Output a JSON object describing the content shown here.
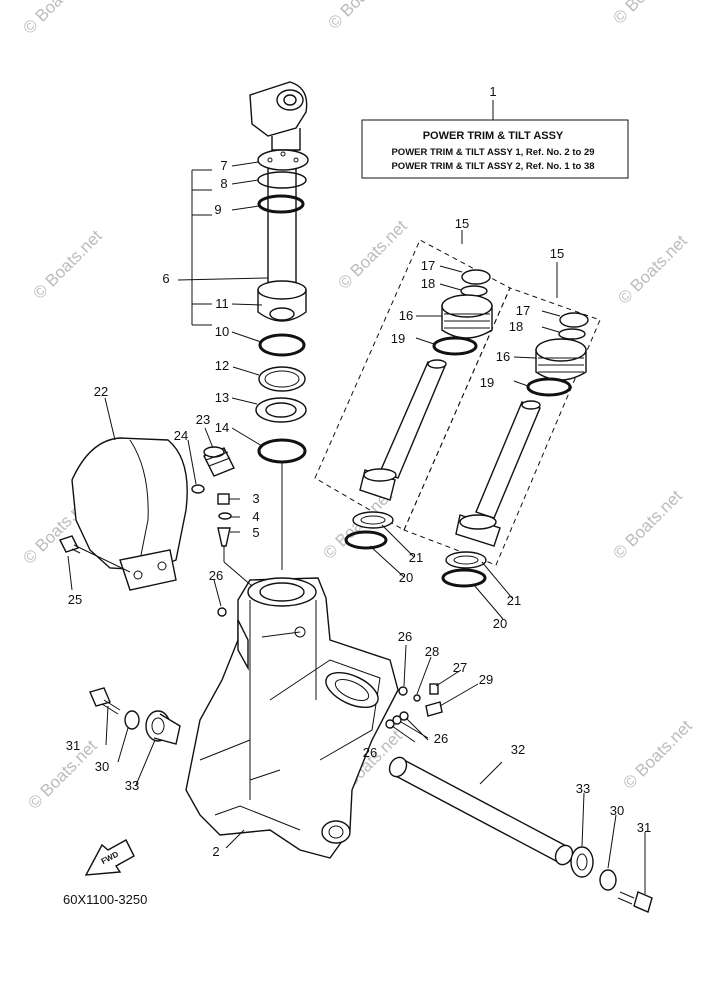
{
  "title_box": {
    "ref": "1",
    "heading": "POWER TRIM  &  TILT ASSY",
    "line1": "POWER TRIM & TILT ASSY 1,  Ref. No. 2 to 29",
    "line2": "POWER TRIM & TILT ASSY 2,  Ref. No. 1 to 38"
  },
  "part_labels": [
    "2",
    "3",
    "4",
    "5",
    "6",
    "7",
    "8",
    "9",
    "10",
    "11",
    "12",
    "13",
    "14",
    "15",
    "15",
    "16",
    "16",
    "17",
    "17",
    "18",
    "18",
    "19",
    "19",
    "20",
    "20",
    "21",
    "21",
    "22",
    "23",
    "24",
    "25",
    "26",
    "26",
    "26",
    "26",
    "27",
    "28",
    "29",
    "30",
    "30",
    "31",
    "31",
    "32",
    "33",
    "33"
  ],
  "watermark_text": "© Boats.net",
  "fwd_label": "FWD",
  "diagram_code": "60X1100-3250"
}
